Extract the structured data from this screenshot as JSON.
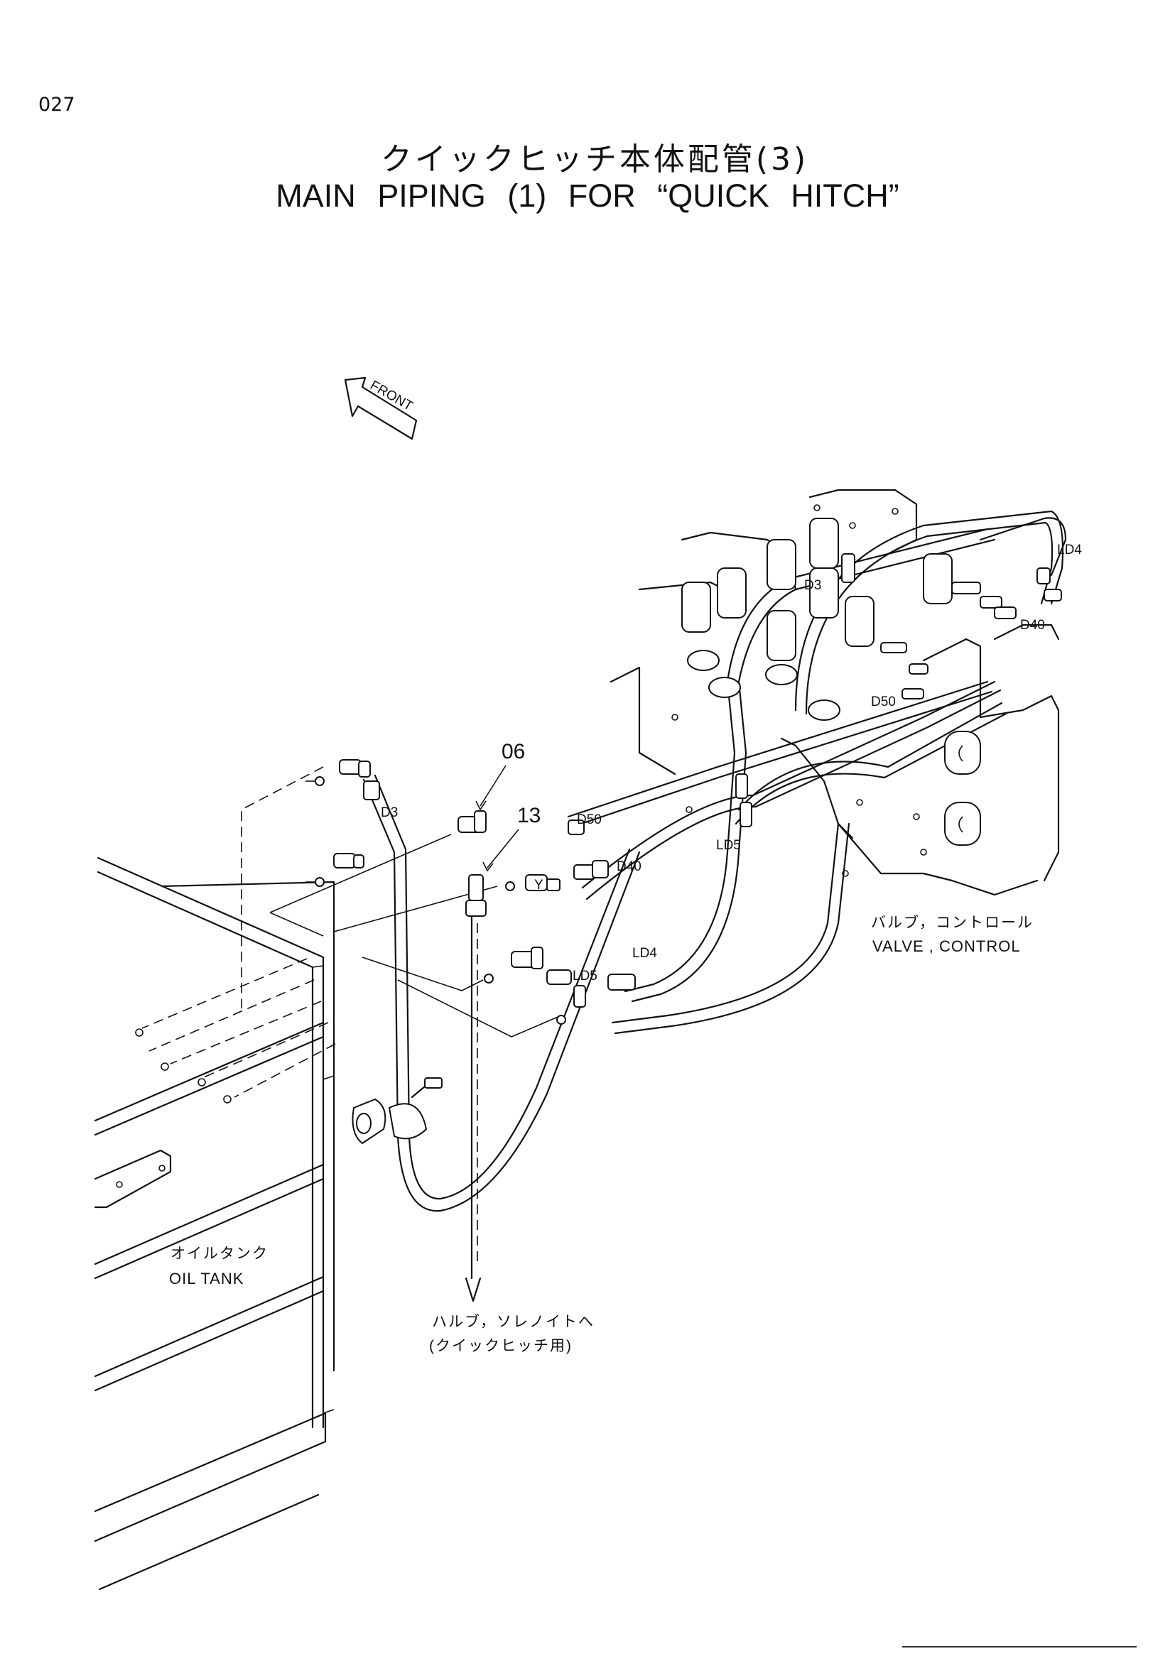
{
  "page": {
    "number": "027",
    "title_jp": "クイックヒッチ本体配管(3)",
    "title_en": "MAIN   PIPING (1)   FOR “QUICK   HITCH”"
  },
  "diagram": {
    "front_marker": "FRONT",
    "callouts": [
      "06",
      "13"
    ],
    "hose_labels": {
      "d3_top": "D3",
      "ld4_top": "LD4",
      "d40_top": "D40",
      "d50_top": "D50",
      "d3_left": "D3",
      "d50_mid": "D50",
      "d40_mid": "D40",
      "ld5_mid": "LD5",
      "ld4_bottom": "LD4",
      "ld5_bottom": "LD5",
      "y_mark": "Y"
    },
    "captions": {
      "valve_jp": "バルブ，コントロール",
      "valve_en": "VALVE , CONTROL",
      "tank_jp": "オイルタンク",
      "tank_en": "OIL  TANK",
      "solenoid_jp": "ハルブ，ソレノイトへ",
      "solenoid_sub_jp": "(クイックヒッチ用)"
    }
  }
}
